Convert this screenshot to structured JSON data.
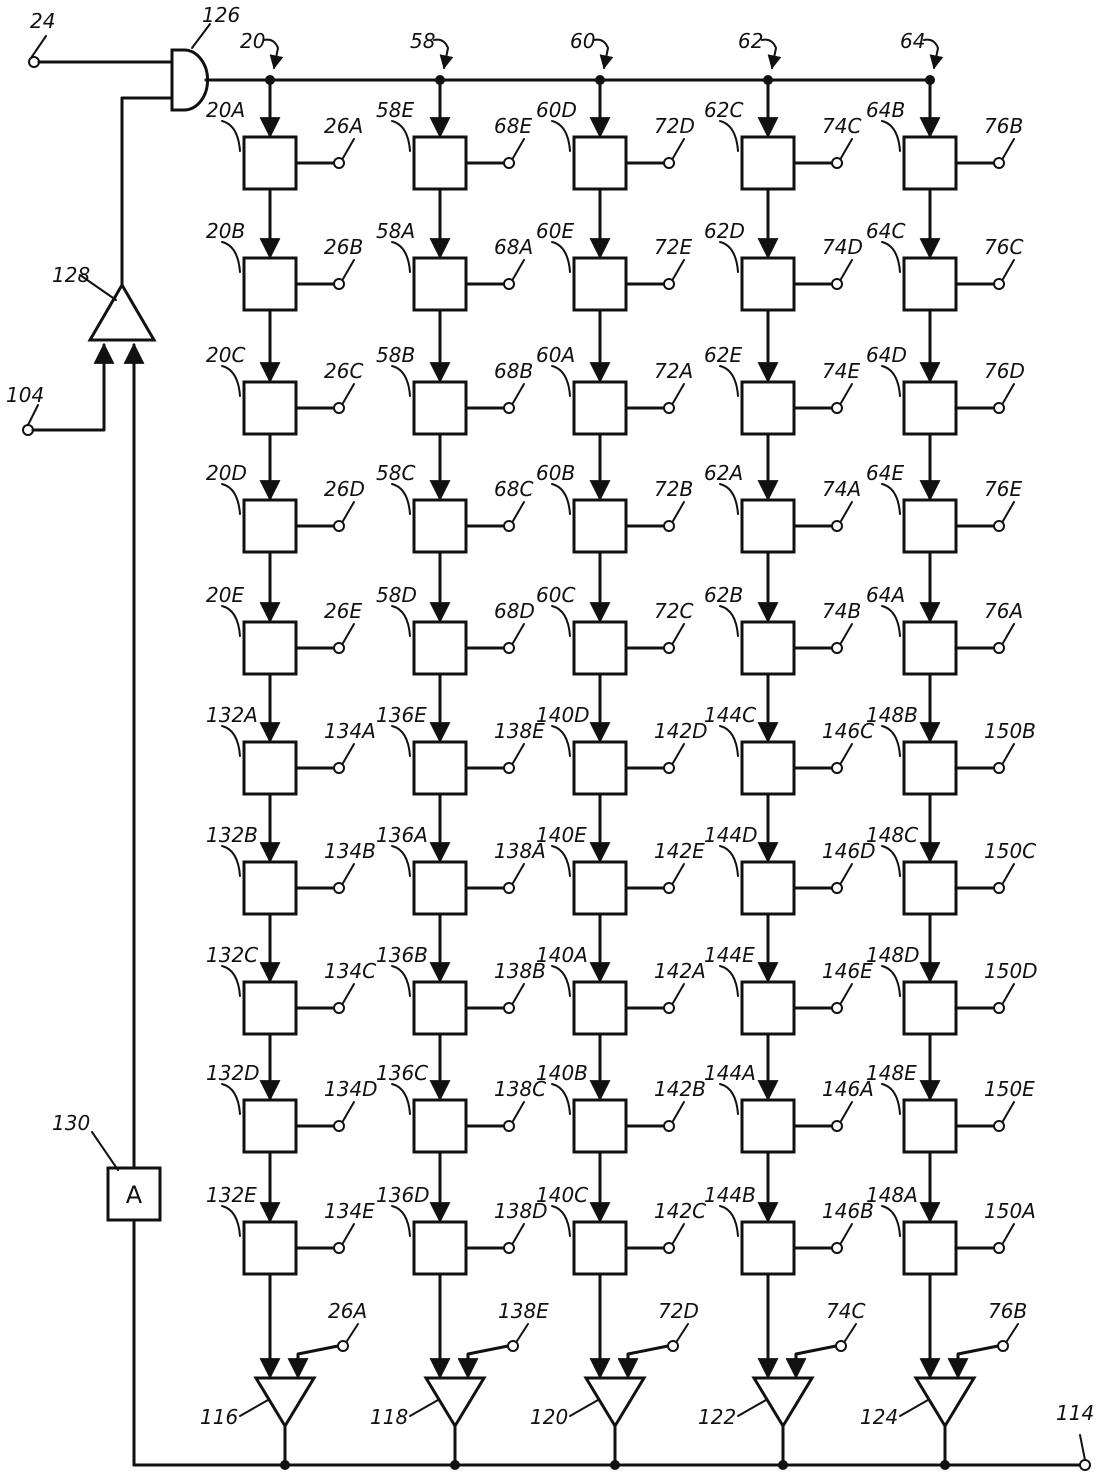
{
  "diagram": {
    "input_labels": {
      "top_input": "24",
      "enable_input": "104",
      "output": "114"
    },
    "gate_labels": {
      "and_gate": "126",
      "amplifier": "128",
      "delay": "130"
    },
    "delay_box_text": "A",
    "columns": [
      {
        "bus_label": "20",
        "cells": [
          "20A",
          "20B",
          "20C",
          "20D",
          "20E",
          "132A",
          "132B",
          "132C",
          "132D",
          "132E"
        ],
        "taps": [
          "26A",
          "26B",
          "26C",
          "26D",
          "26E",
          "134A",
          "134B",
          "134C",
          "134D",
          "134E"
        ],
        "comparator_input": "26A",
        "comparator": "116"
      },
      {
        "bus_label": "58",
        "cells": [
          "58E",
          "58A",
          "58B",
          "58C",
          "58D",
          "136E",
          "136A",
          "136B",
          "136C",
          "136D"
        ],
        "taps": [
          "68E",
          "68A",
          "68B",
          "68C",
          "68D",
          "138E",
          "138A",
          "138B",
          "138C",
          "138D"
        ],
        "comparator_input": "138E",
        "comparator": "118"
      },
      {
        "bus_label": "60",
        "cells": [
          "60D",
          "60E",
          "60A",
          "60B",
          "60C",
          "140D",
          "140E",
          "140A",
          "140B",
          "140C"
        ],
        "taps": [
          "72D",
          "72E",
          "72A",
          "72B",
          "72C",
          "142D",
          "142E",
          "142A",
          "142B",
          "142C"
        ],
        "comparator_input": "72D",
        "comparator": "120"
      },
      {
        "bus_label": "62",
        "cells": [
          "62C",
          "62D",
          "62E",
          "62A",
          "62B",
          "144C",
          "144D",
          "144E",
          "144A",
          "144B"
        ],
        "taps": [
          "74C",
          "74D",
          "74E",
          "74A",
          "74B",
          "146C",
          "146D",
          "146E",
          "146A",
          "146B"
        ],
        "comparator_input": "74C",
        "comparator": "122"
      },
      {
        "bus_label": "64",
        "cells": [
          "64B",
          "64C",
          "64D",
          "64E",
          "64A",
          "148B",
          "148C",
          "148D",
          "148E",
          "148A"
        ],
        "taps": [
          "76B",
          "76C",
          "76D",
          "76E",
          "76A",
          "150B",
          "150C",
          "150D",
          "150E",
          "150A"
        ],
        "comparator_input": "76B",
        "comparator": "124"
      }
    ]
  }
}
